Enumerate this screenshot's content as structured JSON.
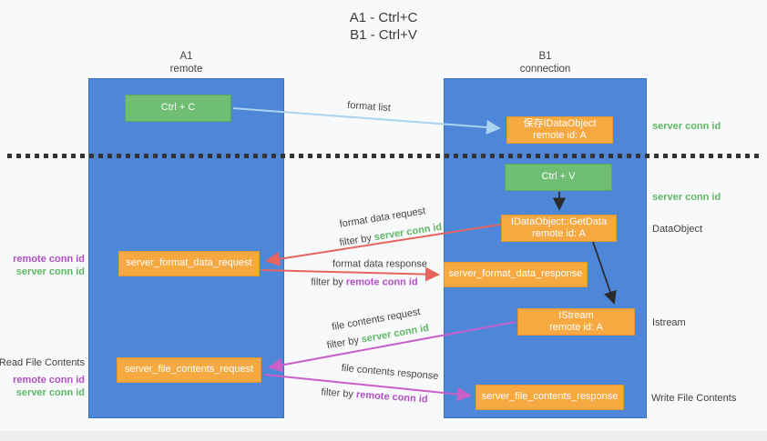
{
  "title": {
    "line1": "A1 - Ctrl+C",
    "line2": "B1 - Ctrl+V"
  },
  "lanes": {
    "left": {
      "header_line1": "A1",
      "header_line2": "remote"
    },
    "right": {
      "header_line1": "B1",
      "header_line2": "connection"
    }
  },
  "nodes": {
    "ctrl_c": "Ctrl + C",
    "ctrl_v": "Ctrl + V",
    "save_dataobject": "保存IDataObject",
    "getdata": "IDataObject::GetData",
    "istream": "IStream",
    "remote_id": "remote id: A",
    "format_request": "server_format_data_request",
    "format_response": "server_format_data_response",
    "file_request": "server_file_contents_request",
    "file_response": "server_file_contents_response"
  },
  "edge_labels": {
    "format_list": "format list",
    "format_data_request": "format data request",
    "format_data_response": "format data response",
    "file_contents_request": "file contents request",
    "file_contents_response": "file contents response",
    "filter_by": "filter by ",
    "server_conn_id": "server conn id",
    "remote_conn_id": "remote conn id"
  },
  "side_labels": {
    "server_conn_id": "server conn id",
    "remote_conn_id": "remote conn id",
    "dataobject": "DataObject",
    "istream": "Istream",
    "write_file_contents": "Write File Contents",
    "read_file_contents": "Read File Contents"
  },
  "colors": {
    "lane_blue": "#4e86d8",
    "box_green": "#6fbe73",
    "box_orange": "#f7a941",
    "label_green": "#5eb865",
    "label_purple": "#b14fc4",
    "arrow_red": "#e8645f",
    "arrow_magenta": "#c95fc9",
    "arrow_lightblue": "#a9d3ee",
    "arrow_black": "#2b2b2b",
    "divider_black": "#333333"
  }
}
